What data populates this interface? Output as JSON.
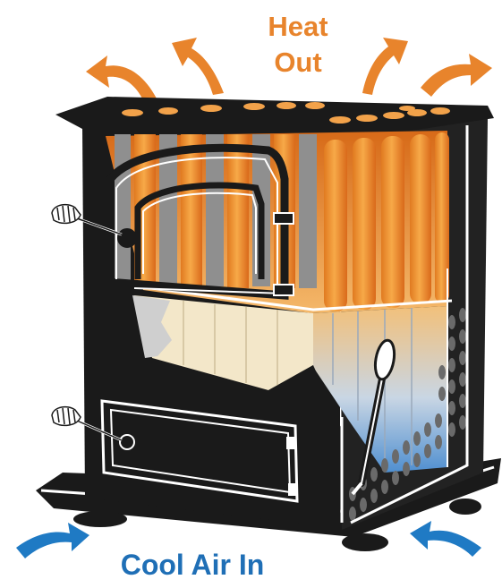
{
  "labels": {
    "heat_out_line1": "Heat",
    "heat_out_line2": "Out",
    "cool_air_in": "Cool Air In"
  },
  "colors": {
    "heat": "#E8842C",
    "cool": "#1F7AC4",
    "cool_text": "#1F6FB6",
    "stove_body": "#1a1a1a",
    "firebrick": "#F3E7C9",
    "ash_pan": "#E7E0D0"
  },
  "icons": {
    "heat_arrows": "curved-arrow-up",
    "cool_arrows": "curved-arrow-in",
    "handles": "spring-coil-handle",
    "poker": "ash-poker-tool"
  }
}
